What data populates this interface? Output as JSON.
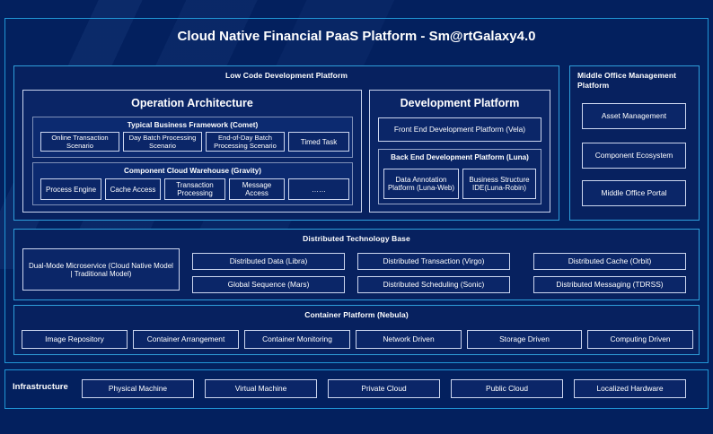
{
  "title": "Cloud Native Financial PaaS Platform - Sm@rtGalaxy4.0",
  "low_code": {
    "header": "Low Code Development Platform",
    "operation_architecture": {
      "title": "Operation Architecture",
      "typical_business_framework": {
        "title": "Typical Business Framework (Comet)",
        "items": [
          "Online Transaction Scenario",
          "Day Batch Processing Scenario",
          "End-of-Day Batch Processing Scenario",
          "Timed Task"
        ]
      },
      "component_cloud_warehouse": {
        "title": "Component Cloud Warehouse (Gravity)",
        "items": [
          "Process Engine",
          "Cache Access",
          "Transaction Processing",
          "Message Access",
          "……"
        ]
      }
    },
    "development_platform": {
      "title": "Development Platform",
      "front_end": "Front End Development Platform (Vela)",
      "back_end": {
        "title": "Back End Development Platform (Luna)",
        "items": [
          "Data Annotation Platform (Luna-Web)",
          "Business Structure IDE(Luna-Robin)"
        ]
      }
    }
  },
  "middle_office": {
    "header": "Middle Office Management Platform",
    "items": [
      "Asset Management",
      "Component Ecosystem",
      "Middle Office Portal"
    ]
  },
  "distributed_base": {
    "header": "Distributed Technology Base",
    "dual_mode": "Dual-Mode Microservice (Cloud Native Model | Traditional Model)",
    "items": [
      "Distributed Data (Libra)",
      "Distributed Transaction (Virgo)",
      "Distributed Cache (Orbit)",
      "Global Sequence (Mars)",
      "Distributed Scheduling (Sonic)",
      "Distributed Messaging (TDRSS)"
    ]
  },
  "container_platform": {
    "header": "Container Platform (Nebula)",
    "items": [
      "Image Repository",
      "Container Arrangement",
      "Container Monitoring",
      "Network Driven",
      "Storage Driven",
      "Computing Driven"
    ]
  },
  "infrastructure": {
    "label": "Infrastructure",
    "items": [
      "Physical Machine",
      "Virtual Machine",
      "Private Cloud",
      "Public Cloud",
      "Localized Hardware"
    ]
  },
  "colors": {
    "page_background": "#03205e",
    "accent_border": "#2196d6",
    "box_border": "#ccd6ef",
    "text": "#ffffff"
  }
}
